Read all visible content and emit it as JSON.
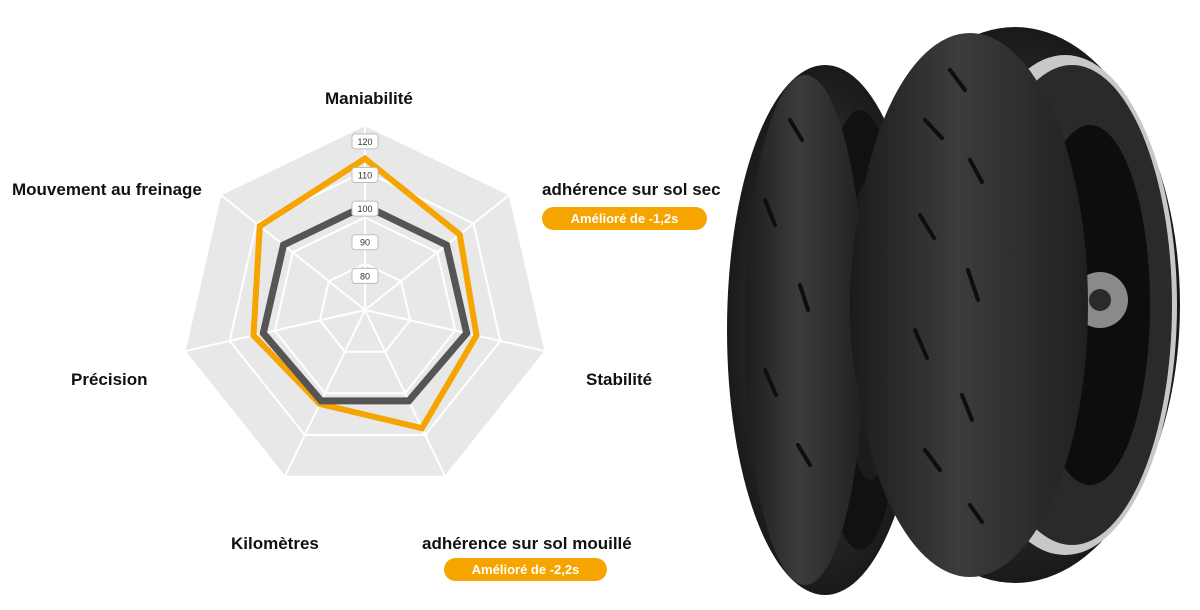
{
  "chart_data": {
    "type": "radar",
    "axes": [
      "Maniabilité",
      "adhérence sur sol sec",
      "Stabilité",
      "adhérence sur sol mouillé",
      "Kilomètres",
      "Précision",
      "Mouvement au freinage"
    ],
    "ticks": [
      "80",
      "90",
      "100",
      "110",
      "120"
    ],
    "range": [
      70,
      125
    ],
    "series": [
      {
        "color": "#f5a400",
        "values": [
          115,
          106,
          104,
          109,
          101,
          104,
          110
        ]
      },
      {
        "color": "#555555",
        "values": [
          101,
          101,
          101,
          100,
          100,
          101,
          101
        ]
      }
    ],
    "badges": [
      {
        "axis": "adhérence sur sol sec",
        "text": "Amélioré de -1,2s"
      },
      {
        "axis": "adhérence sur sol mouillé",
        "text": "Amélioré de -2,2s"
      }
    ]
  },
  "colors": {
    "accent": "#f5a400",
    "grid_fill": "#e8e8e8",
    "grid_line": "#ffffff",
    "baseline": "#555555"
  },
  "image": {
    "subject": "tires-photo"
  }
}
